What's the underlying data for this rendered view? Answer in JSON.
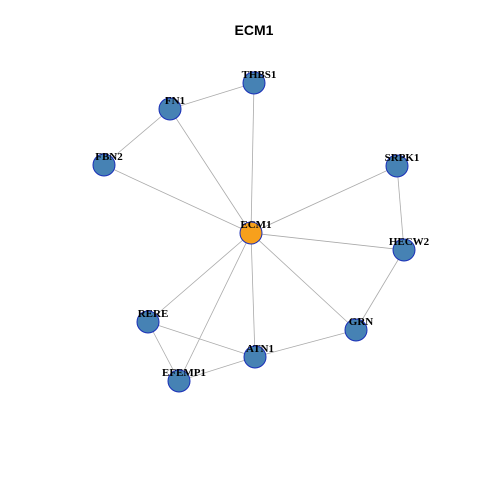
{
  "title": "ECM1",
  "colors": {
    "hub": "#f7a01c",
    "neighbor": "#4682b4",
    "node_border": "#1a2fb8",
    "edge": "#aaaaaa"
  },
  "nodes": [
    {
      "id": "ECM1",
      "label": "ECM1",
      "role": "hub"
    },
    {
      "id": "THBS1",
      "label": "THBS1",
      "role": "neighbor"
    },
    {
      "id": "FN1",
      "label": "FN1",
      "role": "neighbor"
    },
    {
      "id": "FBN2",
      "label": "FBN2",
      "role": "neighbor"
    },
    {
      "id": "SRPK1",
      "label": "SRPK1",
      "role": "neighbor"
    },
    {
      "id": "HECW2",
      "label": "HECW2",
      "role": "neighbor"
    },
    {
      "id": "GRN",
      "label": "GRN",
      "role": "neighbor"
    },
    {
      "id": "ATN1",
      "label": "ATN1",
      "role": "neighbor"
    },
    {
      "id": "EFEMP1",
      "label": "EFEMP1",
      "role": "neighbor"
    },
    {
      "id": "RERE",
      "label": "RERE",
      "role": "neighbor"
    }
  ],
  "edges": [
    [
      "THBS1",
      "FN1"
    ],
    [
      "THBS1",
      "ECM1"
    ],
    [
      "FN1",
      "FBN2"
    ],
    [
      "FN1",
      "ECM1"
    ],
    [
      "FBN2",
      "ECM1"
    ],
    [
      "SRPK1",
      "ECM1"
    ],
    [
      "SRPK1",
      "HECW2"
    ],
    [
      "HECW2",
      "ECM1"
    ],
    [
      "HECW2",
      "GRN"
    ],
    [
      "GRN",
      "ECM1"
    ],
    [
      "GRN",
      "ATN1"
    ],
    [
      "ATN1",
      "ECM1"
    ],
    [
      "ATN1",
      "RERE"
    ],
    [
      "ATN1",
      "EFEMP1"
    ],
    [
      "EFEMP1",
      "ECM1"
    ],
    [
      "EFEMP1",
      "RERE"
    ],
    [
      "RERE",
      "ECM1"
    ]
  ]
}
